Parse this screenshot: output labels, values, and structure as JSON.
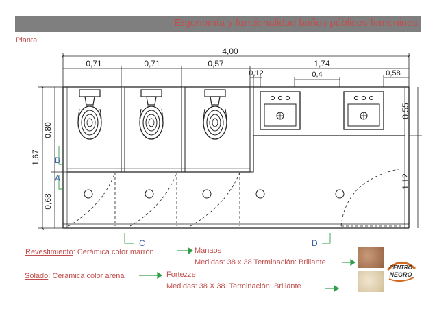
{
  "title": "Ergonomía y funcionalidad baños públicos femeninos",
  "plan_label": "Planta",
  "dimensions": {
    "total": "4,00",
    "stall1": "0,71",
    "stall2": "0,71",
    "stall3": "0,57",
    "right_total": "1,74",
    "gap1": "0,12",
    "sink_gap": "0,4",
    "gap2": "0,58",
    "left_total": "1,67",
    "left_upper": "0,80",
    "left_lower": "0,68",
    "right_upper": "0,55",
    "right_lower": "1,12"
  },
  "sections": {
    "a": "A",
    "b": "B",
    "c": "C",
    "d": "D"
  },
  "legend": {
    "revestimiento_label": "Revestimiento",
    "revestimiento_text": ": Cerámica color marrón",
    "revestimiento_brand": "Manaos",
    "revestimiento_specs": "Medidas: 38 x 38 Terminación: Brillante",
    "solado_label": " Solado",
    "solado_text": ": Cerámica color arena",
    "solado_brand": "Fortezze",
    "solado_specs": "Medidas: 38 X 38. Terminación: Brillante"
  },
  "colors": {
    "title_bar": "#7f7f7f",
    "accent": "#c0504d",
    "arrow": "#2e9e48",
    "section_marker": "#3a5fa8",
    "tile_brown": "#b08060",
    "tile_sand": "#e3d6bb"
  },
  "logo": {
    "line1": "CENTRO",
    "line2": "NEGRO"
  }
}
